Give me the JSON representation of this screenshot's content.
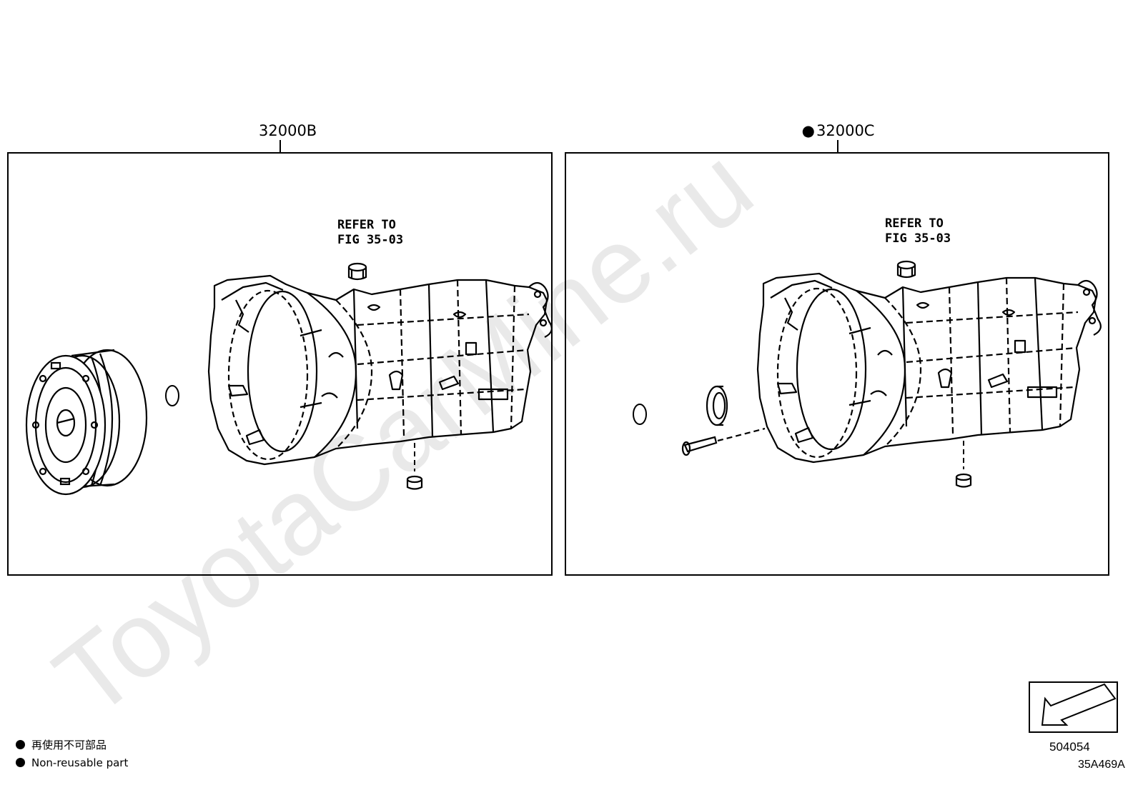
{
  "watermark": "ToyotaCarMine.ru",
  "panels": [
    {
      "part_number": "32000B",
      "marker": "",
      "refer_line1": "REFER TO",
      "refer_line2": "FIG 35-03"
    },
    {
      "part_number": "32000C",
      "marker": "●",
      "refer_line1": "REFER TO",
      "refer_line2": "FIG 35-03"
    }
  ],
  "legend": {
    "jp": "再使用不可部品",
    "en": "Non-reusable part"
  },
  "footer": {
    "ref_number": "504054",
    "illustration_code": "35A469A"
  }
}
